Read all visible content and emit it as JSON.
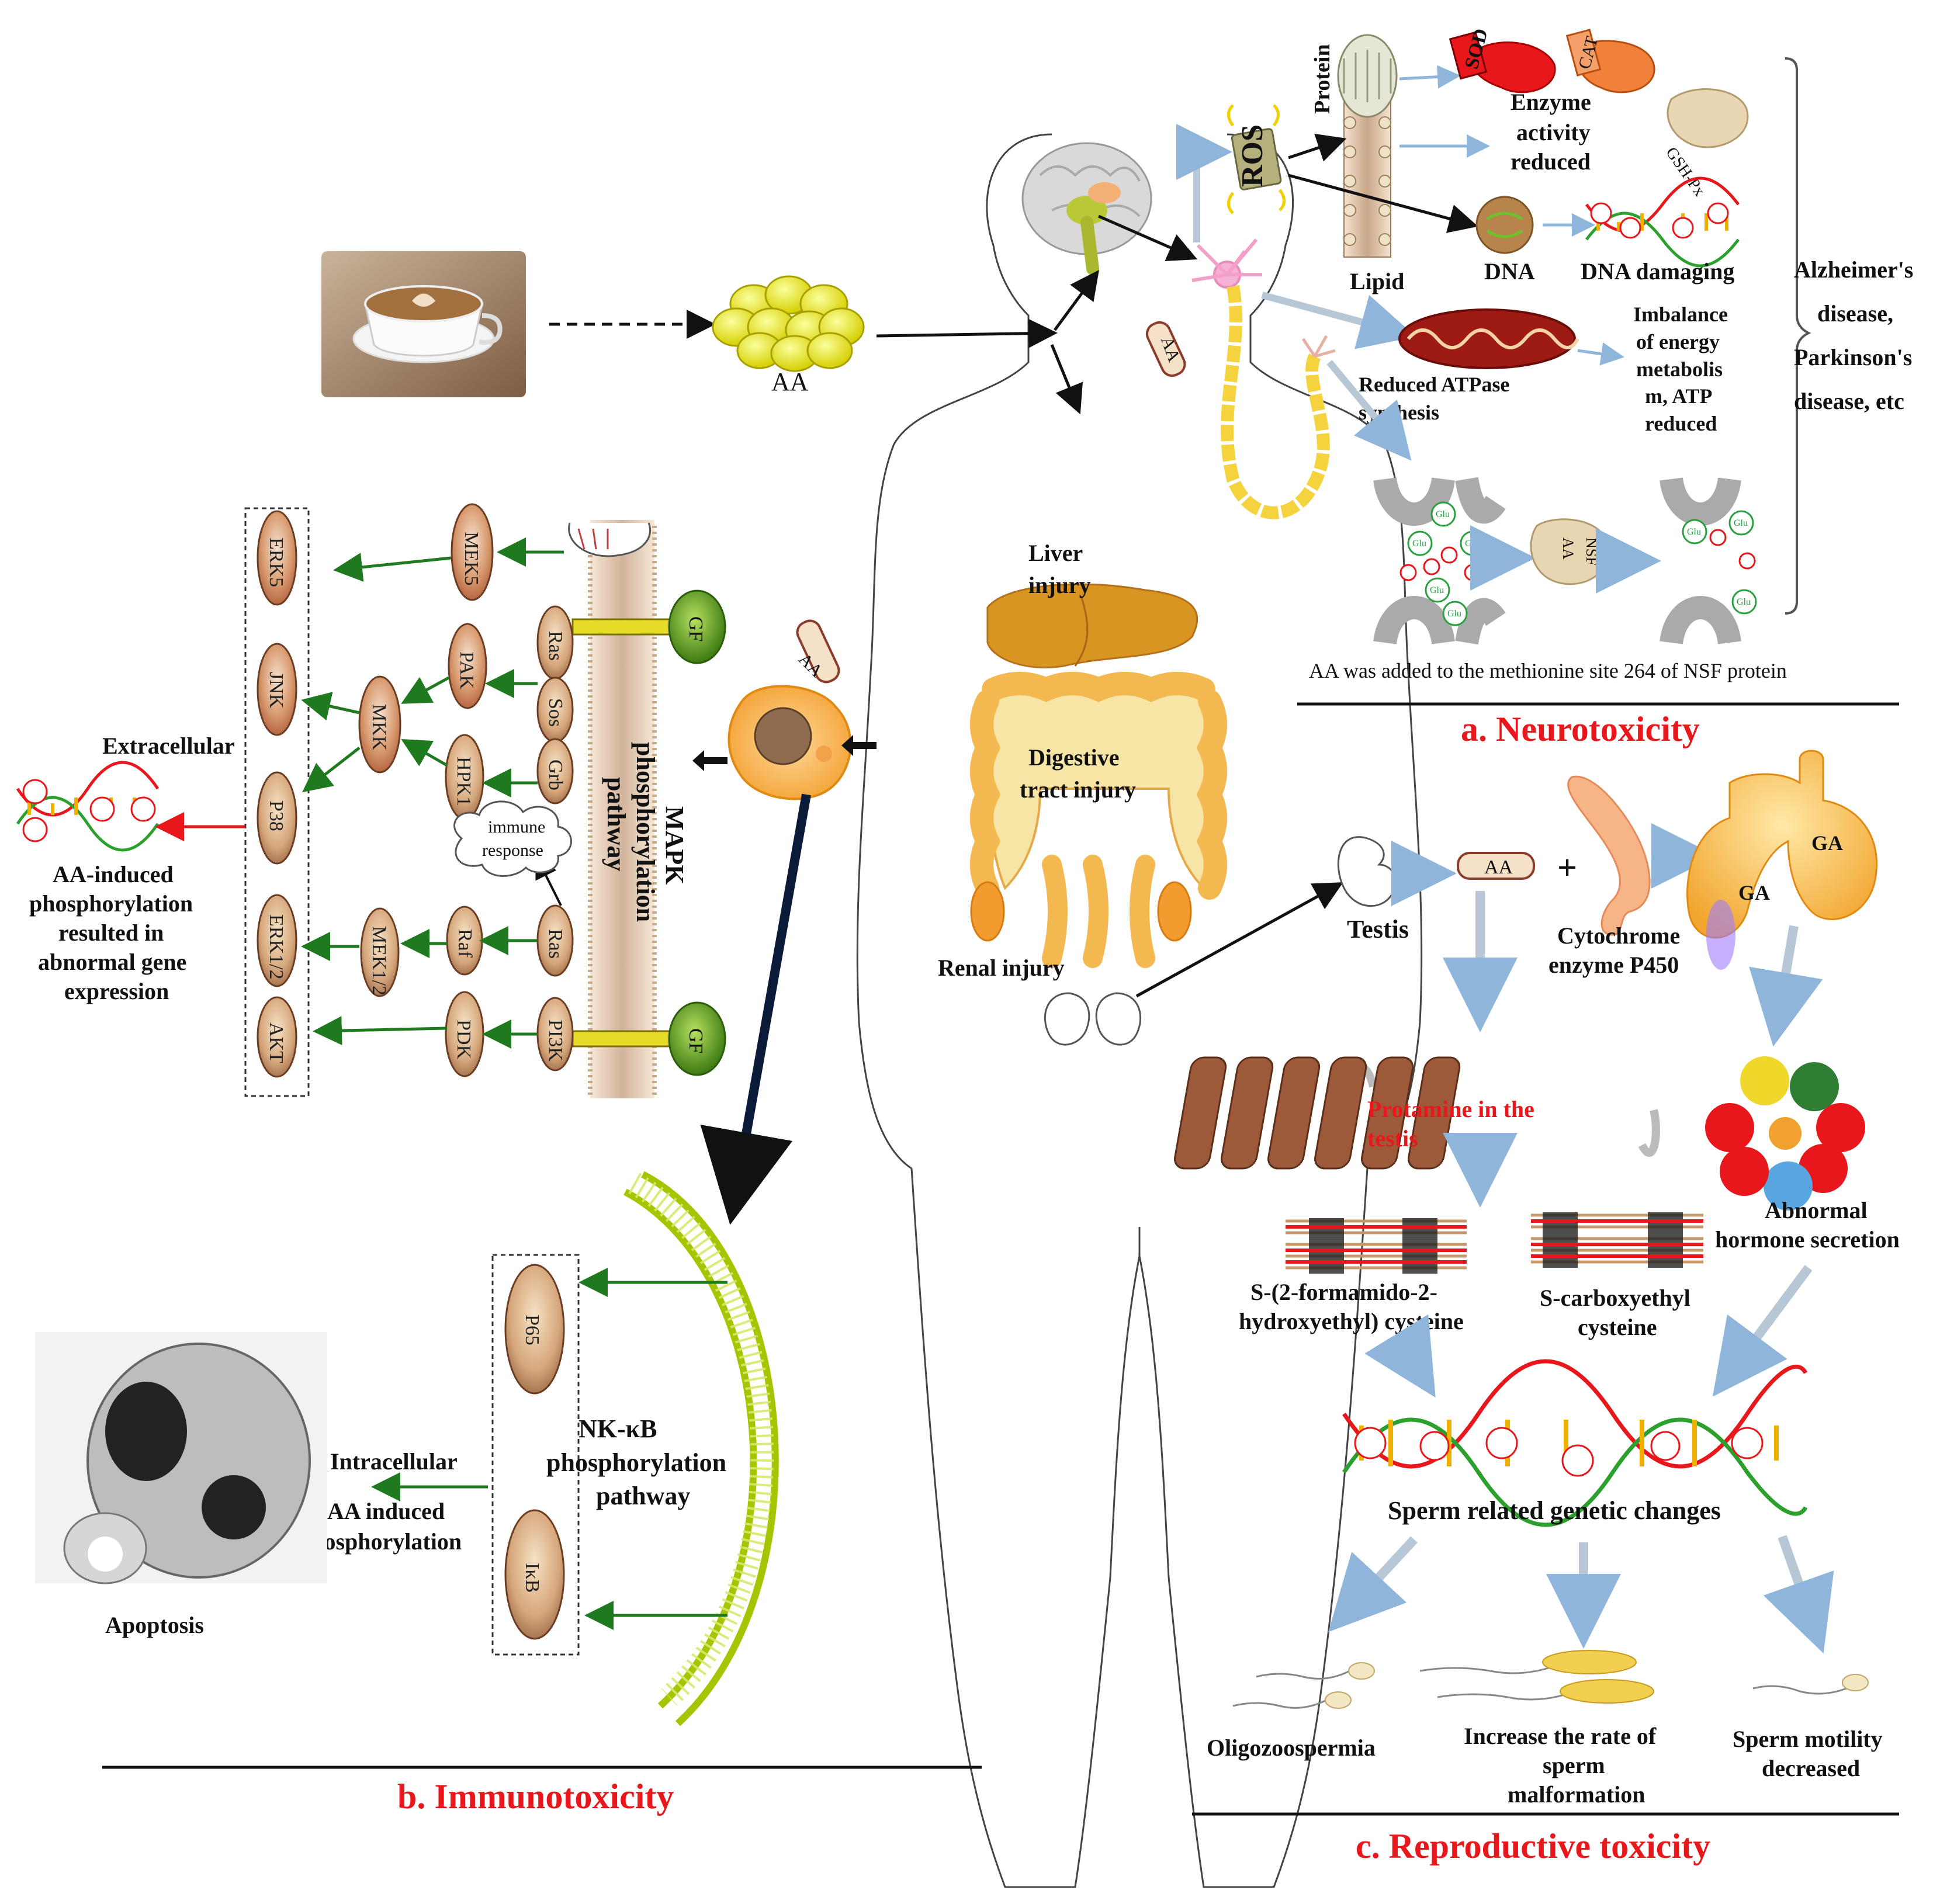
{
  "source": {
    "aa": "AA"
  },
  "neuro": {
    "title": "a. Neurotoxicity",
    "ros": "ROS",
    "protein": "Protein",
    "lipid": "Lipid",
    "sod": "SOD",
    "cat": "CAT",
    "gsh": "GSH-Px",
    "enzyme": [
      "Enzyme",
      "activity",
      "reduced"
    ],
    "dna": "DNA",
    "dna_damaging": "DNA damaging",
    "diseases": [
      "Alzheimer's",
      "disease,",
      "Parkinson's",
      "disease, etc"
    ],
    "energy": [
      "Imbalance",
      "of energy",
      "metabolis",
      "m, ATP",
      "reduced"
    ],
    "atpase": [
      "Reduced ATPase",
      "synthesis"
    ],
    "glu": "Glu",
    "aa_small": "AA",
    "nsf": "NSF",
    "nsf_caption": "AA was added to the methionine site 264 of NSF protein"
  },
  "body": {
    "liver": [
      "Liver",
      "injury"
    ],
    "digestive": [
      "Digestive",
      "tract injury"
    ],
    "renal": "Renal injury"
  },
  "immuno": {
    "title": "b. Immunotoxicity",
    "extracellular": "Extracellular",
    "aa_induced_gene": [
      "AA-induced",
      "phosphorylation",
      "resulted in",
      "abnormal gene",
      "expression"
    ],
    "mapk": [
      "MAPK",
      "phosphorylation",
      "pathway"
    ],
    "immune": [
      "immune",
      "response"
    ],
    "nodes": {
      "erk5": "ERK5",
      "mek5": "MEK5",
      "jnk": "JNK",
      "mkk": "MKK",
      "p38": "P38",
      "pak": "PAK",
      "hpk1": "HPK1",
      "ras1": "Ras",
      "sos": "Sos",
      "grb": "Grb",
      "erk12": "ERK1/2",
      "mek12": "MEK1/2",
      "raf": "Raf",
      "ras2": "Ras",
      "akt": "AKT",
      "pdk": "PDK",
      "pi3k": "PI3K",
      "gf": "GF",
      "gf2": "GF"
    },
    "nfkb": [
      "NK-κB",
      "phosphorylation",
      "pathway"
    ],
    "p65": "P65",
    "ikb": "IκB",
    "intracellular": "Intracellular",
    "aa_induced_phos": [
      "AA induced",
      "phosphorylation"
    ],
    "apoptosis": "Apoptosis",
    "aa_label": "AA"
  },
  "repro": {
    "title": "c. Reproductive toxicity",
    "testis": "Testis",
    "aa": "AA",
    "plus": "+",
    "cyp": [
      "Cytochrome",
      "enzyme P450"
    ],
    "ga": "GA",
    "protamine": [
      "Protamine in the",
      "testis"
    ],
    "cys1": [
      "S-(2-formamido-2-",
      "hydroxyethyl)  cysteine"
    ],
    "cys2": [
      "S-carboxyethyl",
      "cysteine"
    ],
    "hormone": [
      "Abnormal",
      "hormone secretion"
    ],
    "genetic": "Sperm related genetic changes",
    "oligo": "Oligozoospermia",
    "malform": [
      "Increase the rate of",
      "sperm",
      "malformation"
    ],
    "motility": [
      "Sperm motility",
      "decreased"
    ]
  },
  "colors": {
    "title_red": "#e8171b",
    "green_arrow": "#1f7a1f",
    "grey_arrow": "#b7c7d6",
    "oval_brown": "#c9946a",
    "gf_green": "#5d9a1f"
  }
}
